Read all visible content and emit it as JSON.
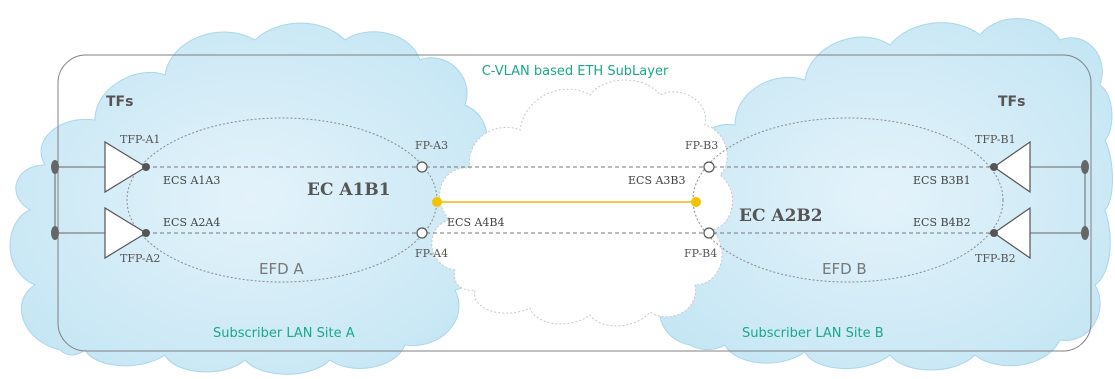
{
  "title": "C-VLAN based ETH SubLayer",
  "tfs_left": "TFs",
  "tfs_right": "TFs",
  "sites": {
    "a": "Subscriber LAN Site A",
    "b": "Subscriber LAN Site B"
  },
  "domains": {
    "a": "EFD A",
    "b": "EFD B"
  },
  "connections": {
    "a1b1": "EC A1B1",
    "a2b2": "EC A2B2"
  },
  "flow_points": {
    "fp_a3": "FP-A3",
    "fp_a4": "FP-A4",
    "fp_b3": "FP-B3",
    "fp_b4": "FP-B4"
  },
  "termination_points": {
    "tfp_a1": "TFP-A1",
    "tfp_a2": "TFP-A2",
    "tfp_b1": "TFP-B1",
    "tfp_b2": "TFP-B2"
  },
  "segments": {
    "a1a3": "ECS A1A3",
    "a2a4": "ECS A2A4",
    "a4b4": "ECS A4B4",
    "a3b3": "ECS A3B3",
    "b3b1": "ECS B3B1",
    "b4b2": "ECS B4B2"
  },
  "colors": {
    "cloud_fill": "#cfeaf5",
    "cloud_stroke": "#a9d7ea",
    "teal_text": "#1aa889",
    "link": "#f2b705",
    "dash": "#777777"
  }
}
